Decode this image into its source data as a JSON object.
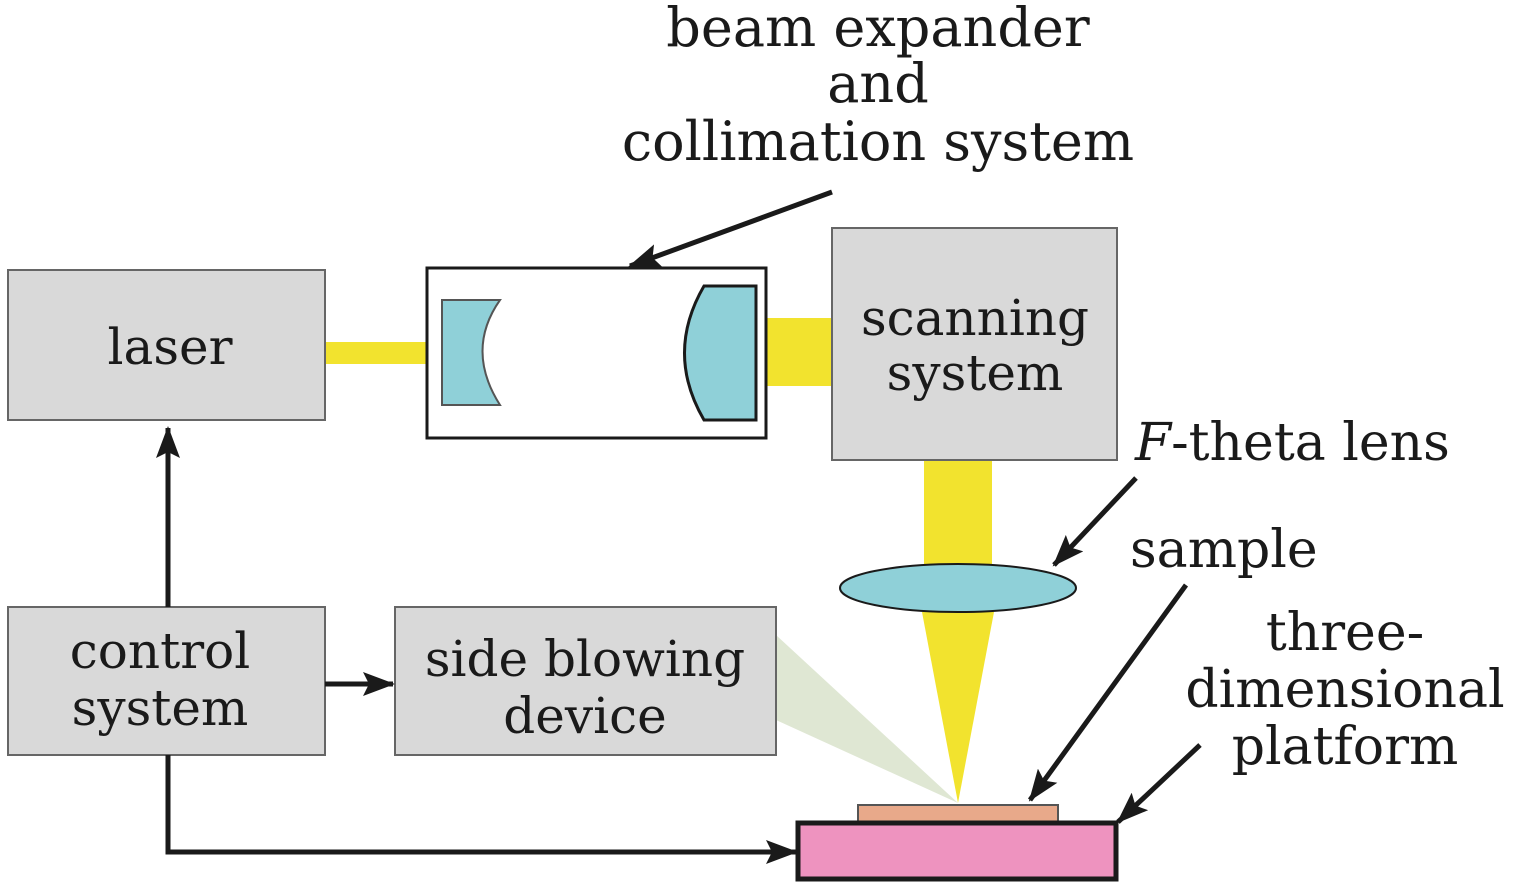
{
  "labels": {
    "laser": "laser",
    "scanning_line1": "scanning",
    "scanning_line2": "system",
    "control_line1": "control",
    "control_line2": "system",
    "side_line1": "side blowing",
    "side_line2": "device",
    "beam_line1": "beam expander",
    "beam_line2": "and",
    "beam_line3": "collimation system",
    "ftheta_italic": "F",
    "ftheta_rest": "-theta lens",
    "sample": "sample",
    "platform_line1": "three-",
    "platform_line2": "dimensional",
    "platform_line3": "platform"
  },
  "colors": {
    "box_fill": "#d9d9d9",
    "box_stroke": "#666666",
    "beam": "#f2e32e",
    "lens": "#8fd0d8",
    "gas": "#dfe7d3",
    "sample": "#e8a98a",
    "platform": "#ee93bf",
    "arrow": "#1a1a1a"
  }
}
